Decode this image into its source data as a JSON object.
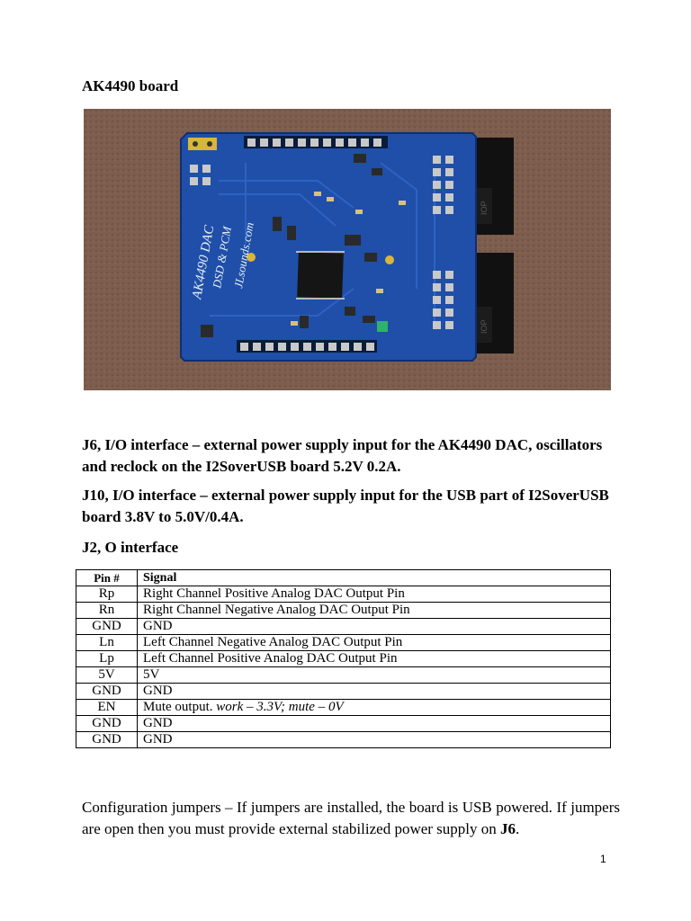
{
  "title": "AK4490 board",
  "photo": {
    "board_text": [
      "AK4490 DAC",
      "DSD & PCM",
      "JLsounds.com"
    ],
    "connector_text": [
      "IOP",
      "IOP"
    ]
  },
  "paragraphs": [
    "J6, I/O interface – external power supply input for the AK4490 DAC, oscillators and reclock on the I2SoverUSB board 5.2V 0.2A.",
    "J10, I/O interface – external power supply input for the USB part of I2SoverUSB board 3.8V to 5.0V/0.4A.",
    "J2, O interface"
  ],
  "table": {
    "headers": [
      "Pin #",
      "Signal"
    ],
    "rows": [
      {
        "pin": "Rp",
        "signal": "Right Channel Positive Analog DAC Output Pin",
        "note": ""
      },
      {
        "pin": "Rn",
        "signal": "Right Channel Negative Analog DAC Output Pin",
        "note": ""
      },
      {
        "pin": "GND",
        "signal": "GND",
        "note": ""
      },
      {
        "pin": "Ln",
        "signal": "Left Channel Negative Analog DAC Output Pin",
        "note": ""
      },
      {
        "pin": "Lp",
        "signal": "Left Channel Positive Analog DAC Output Pin",
        "note": ""
      },
      {
        "pin": "5V",
        "signal": "5V",
        "note": ""
      },
      {
        "pin": "GND",
        "signal": "GND",
        "note": ""
      },
      {
        "pin": "EN",
        "signal": "Mute output.",
        "note": "work – 3.3V; mute – 0V"
      },
      {
        "pin": "GND",
        "signal": "GND",
        "note": ""
      },
      {
        "pin": "GND",
        "signal": "GND",
        "note": ""
      }
    ]
  },
  "config_text": "Configuration jumpers – If jumpers are installed, the board is USB powered. If jumpers are open then you must provide external stabilized power supply on",
  "config_bold": "J6",
  "config_end": ".",
  "page_number": "1"
}
